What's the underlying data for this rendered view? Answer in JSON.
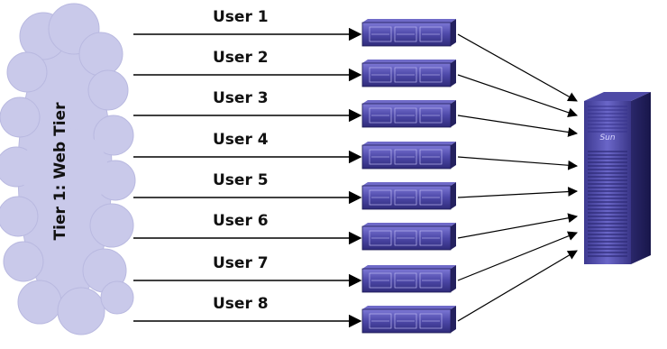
{
  "diagram": {
    "tier_label": "Tier 1: Web Tier",
    "users": [
      {
        "label": "User 1"
      },
      {
        "label": "User 2"
      },
      {
        "label": "User 3"
      },
      {
        "label": "User 4"
      },
      {
        "label": "User 5"
      },
      {
        "label": "User 6"
      },
      {
        "label": "User 7"
      },
      {
        "label": "User 8"
      }
    ],
    "big_server_brand": "Sun",
    "colors": {
      "cloud": "#c9c9ea",
      "server_face": "#5a55b8",
      "server_dark": "#2b2870",
      "arrow": "#000000"
    }
  }
}
